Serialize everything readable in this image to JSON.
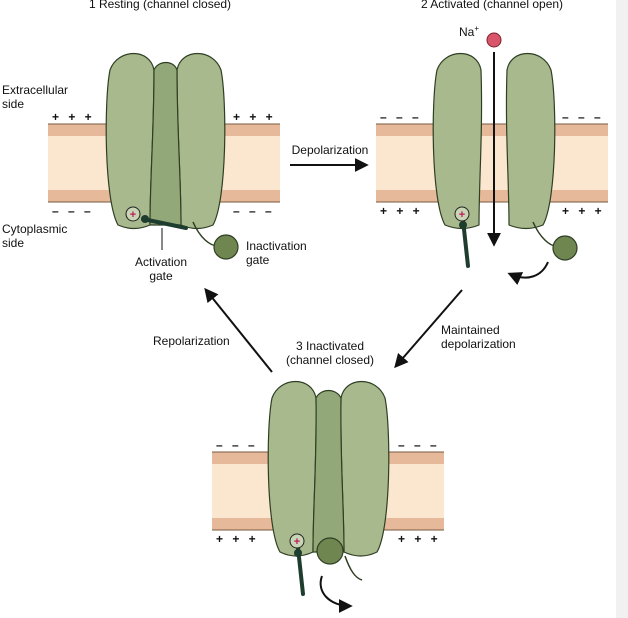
{
  "states": {
    "resting": {
      "number": "1",
      "title": "Resting (channel closed)"
    },
    "activated": {
      "number": "2",
      "title": "Activated (channel open)"
    },
    "inactivated": {
      "number": "3",
      "title_line1": "Inactivated",
      "title_line2": "(channel closed)"
    }
  },
  "side_labels": {
    "extracellular_line1": "Extracellular",
    "extracellular_line2": "side",
    "cytoplasmic_line1": "Cytoplasmic",
    "cytoplasmic_line2": "side"
  },
  "gates": {
    "activation_line1": "Activation",
    "activation_line2": "gate",
    "inactivation_line1": "Inactivation",
    "inactivation_line2": "gate"
  },
  "ion": {
    "symbol": "Na",
    "charge": "+"
  },
  "transitions": {
    "depolarization": "Depolarization",
    "repolarization": "Repolarization",
    "maintained_line1": "Maintained",
    "maintained_line2": "depolarization"
  },
  "charges": {
    "positive": "+ + +",
    "negative": "– – –",
    "sensor": "+"
  },
  "colors": {
    "membrane_fill": "#fbe6d0",
    "membrane_leaflet": "#e6b99a",
    "protein_fill": "#a8b98d",
    "protein_dark": "#93a878",
    "protein_stroke": "#2f3f24",
    "gate_ball": "#6f8650",
    "gate_bar": "#1f3d2f",
    "sodium": "#d9566a"
  }
}
